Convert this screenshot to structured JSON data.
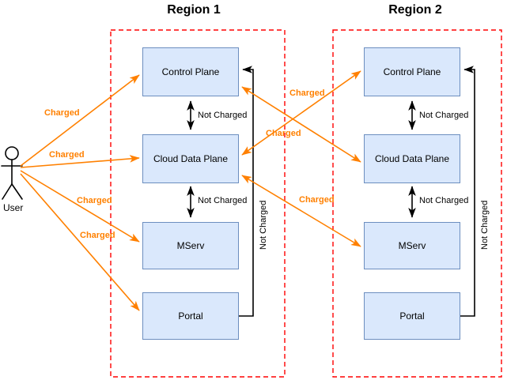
{
  "diagram": {
    "title_hidden": "",
    "colors": {
      "node_fill": "#dae8fc",
      "node_stroke": "#6c8ebf",
      "charged_arrow": "#ff8000",
      "not_charged_arrow": "#000000",
      "region_boundary": "#ff0000",
      "text": "#000000",
      "background": "#ffffff"
    },
    "actor": {
      "name": "User",
      "label": "User",
      "icon": "stick-figure-actor-icon"
    },
    "regions": [
      {
        "id": "region-1",
        "title": "Region 1",
        "nodes": [
          {
            "id": "r1-control-plane",
            "label": "Control Plane"
          },
          {
            "id": "r1-cloud-data-plane",
            "label": "Cloud Data Plane"
          },
          {
            "id": "r1-mserv",
            "label": "MServ"
          },
          {
            "id": "r1-portal",
            "label": "Portal"
          }
        ]
      },
      {
        "id": "region-2",
        "title": "Region 2",
        "nodes": [
          {
            "id": "r2-control-plane",
            "label": "Control Plane"
          },
          {
            "id": "r2-cloud-data-plane",
            "label": "Cloud Data Plane"
          },
          {
            "id": "r2-mserv",
            "label": "MServ"
          },
          {
            "id": "r2-portal",
            "label": "Portal"
          }
        ]
      }
    ],
    "edge_labels": {
      "charged": "Charged",
      "not_charged": "Not Charged"
    },
    "edges": [
      {
        "id": "user-to-r1-control-plane",
        "from": "User",
        "to": "r1-control-plane",
        "label": "Charged",
        "type": "charged"
      },
      {
        "id": "user-to-r1-cloud-data-plane",
        "from": "User",
        "to": "r1-cloud-data-plane",
        "label": "Charged",
        "type": "charged"
      },
      {
        "id": "user-to-r1-mserv",
        "from": "User",
        "to": "r1-mserv",
        "label": "Charged",
        "type": "charged"
      },
      {
        "id": "user-to-r1-portal",
        "from": "User",
        "to": "r1-portal",
        "label": "Charged",
        "type": "charged"
      },
      {
        "id": "r1-control-to-r2-control",
        "from": "r1-control-plane",
        "to": "r2-control-plane",
        "label": "Charged",
        "type": "charged"
      },
      {
        "id": "r1-cloud-to-r2-cloud",
        "from": "r1-cloud-data-plane",
        "to": "r2-cloud-data-plane",
        "label": "Charged",
        "type": "charged"
      },
      {
        "id": "r1-cloud-to-r2-mserv",
        "from": "r1-cloud-data-plane",
        "to": "r2-mserv",
        "label": "Charged",
        "type": "charged"
      },
      {
        "id": "r1-control-cloud",
        "from": "r1-control-plane",
        "to": "r1-cloud-data-plane",
        "label": "Not Charged",
        "type": "not-charged"
      },
      {
        "id": "r1-cloud-mserv",
        "from": "r1-cloud-data-plane",
        "to": "r1-mserv",
        "label": "Not Charged",
        "type": "not-charged"
      },
      {
        "id": "r1-portal-control",
        "from": "r1-portal",
        "to": "r1-control-plane",
        "label": "Not Charged",
        "type": "not-charged"
      },
      {
        "id": "r2-control-cloud",
        "from": "r2-control-plane",
        "to": "r2-cloud-data-plane",
        "label": "Not Charged",
        "type": "not-charged"
      },
      {
        "id": "r2-cloud-mserv",
        "from": "r2-cloud-data-plane",
        "to": "r2-mserv",
        "label": "Not Charged",
        "type": "not-charged"
      },
      {
        "id": "r2-portal-control",
        "from": "r2-portal",
        "to": "r2-control-plane",
        "label": "Not Charged",
        "type": "not-charged"
      }
    ],
    "labels": {
      "region1_title": "Region 1",
      "region2_title": "Region 2",
      "charged_1": "Charged",
      "charged_2": "Charged",
      "charged_3": "Charged",
      "charged_4": "Charged",
      "charged_5": "Charged",
      "charged_6": "Charged",
      "charged_7": "Charged",
      "not_charged_r1_cp_cdp": "Not Charged",
      "not_charged_r1_cdp_ms": "Not Charged",
      "not_charged_r1_side": "Not Charged",
      "not_charged_r2_cp_cdp": "Not Charged",
      "not_charged_r2_cdp_ms": "Not Charged",
      "not_charged_r2_side": "Not Charged",
      "user": "User"
    }
  }
}
